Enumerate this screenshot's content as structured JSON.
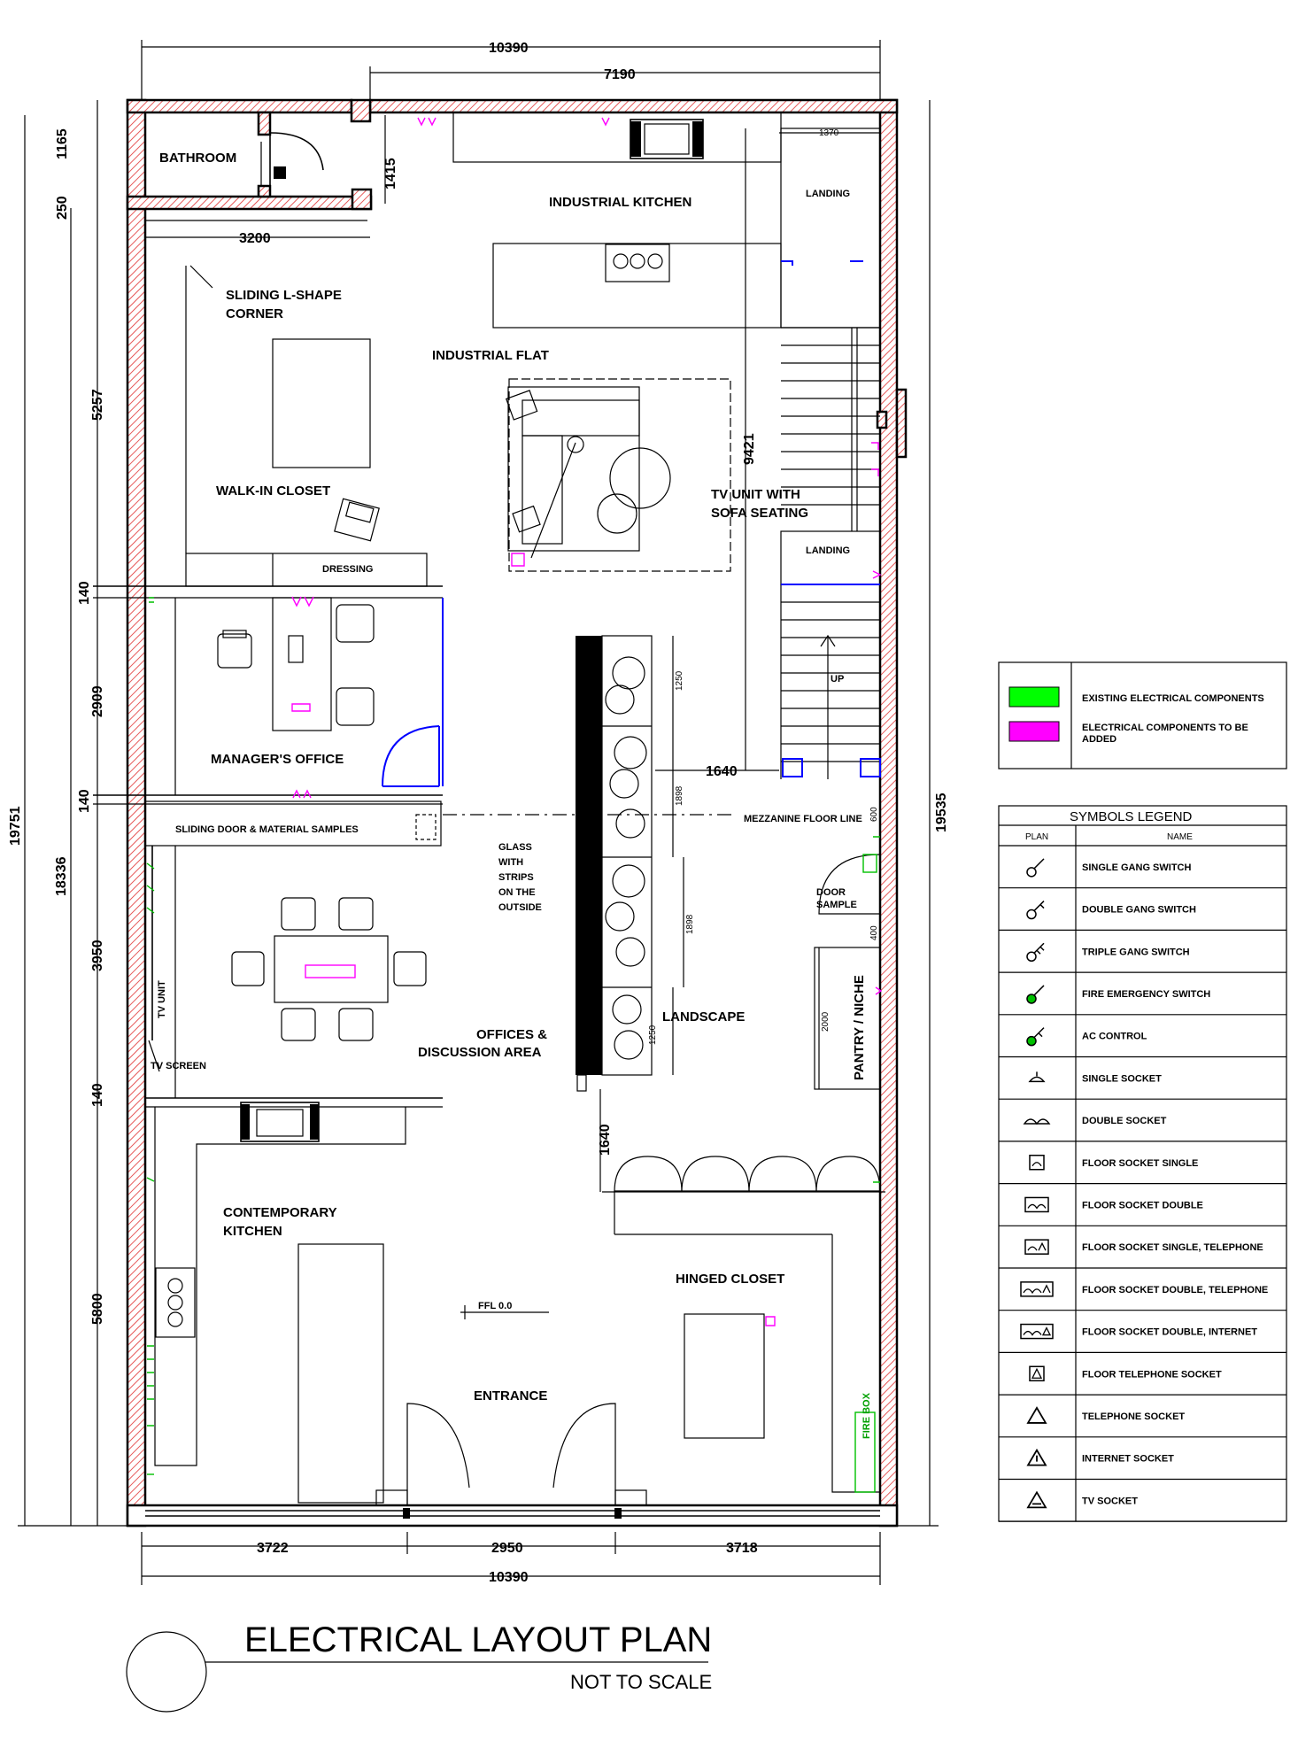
{
  "rooms": {
    "bathroom": "BATHROOM",
    "industrial_kitchen": "INDUSTRIAL KITCHEN",
    "landing_top": "LANDING",
    "landing_mid": "LANDING",
    "sliding_l_1": "SLIDING L-SHAPE",
    "sliding_l_2": "CORNER",
    "industrial_flat": "INDUSTRIAL FLAT",
    "walk_in_closet": "WALK-IN CLOSET",
    "tv_unit_sofa_1": "TV UNIT WITH",
    "tv_unit_sofa_2": "SOFA SEATING",
    "dressing": "DRESSING",
    "managers_office": "MANAGER'S OFFICE",
    "up": "UP",
    "mezzanine": "MEZZANINE FLOOR LINE",
    "sliding_door": "SLIDING DOOR & MATERIAL SAMPLES",
    "glass_1": "GLASS",
    "glass_2": "WITH",
    "glass_3": "STRIPS",
    "glass_4": "ON THE",
    "glass_5": "OUTSIDE",
    "door_sample_1": "DOOR",
    "door_sample_2": "SAMPLE",
    "tv_unit": "TV UNIT",
    "pantry": "PANTRY / NICHE",
    "landscape": "LANDSCAPE",
    "offices_1": "OFFICES &",
    "offices_2": "DISCUSSION AREA",
    "tv_screen": "TV SCREEN",
    "contemporary_1": "CONTEMPORARY",
    "contemporary_2": "KITCHEN",
    "hinged_closet": "HINGED CLOSET",
    "ffl": "FFL 0.0",
    "entrance": "ENTRANCE",
    "fire_box": "FIRE BOX"
  },
  "dimensions": {
    "top_overall": "10390",
    "top_inner": "7190",
    "d1370": "1370",
    "d1415": "1415",
    "d3200": "3200",
    "d9421": "9421",
    "d1250": "1250",
    "d1640_mid": "1640",
    "d1898a": "1898",
    "d1898b": "1898",
    "d1250b": "1250",
    "d2000": "2000",
    "d400": "400",
    "d600": "600",
    "d1640_low": "1640",
    "left_1165": "1165",
    "left_250": "250",
    "left_5257": "5257",
    "left_140a": "140",
    "left_2909": "2909",
    "left_140b": "140",
    "left_3950": "3950",
    "left_140c": "140",
    "left_5800": "5800",
    "left_19751": "19751",
    "left_18336": "18336",
    "right_19535": "19535",
    "bottom_3722": "3722",
    "bottom_2950": "2950",
    "bottom_3718": "3718",
    "bottom_overall": "10390"
  },
  "color_legend": [
    {
      "color": "#00ff00",
      "label_1": "EXISTING ELECTRICAL COMPONENTS",
      "label_2": ""
    },
    {
      "color": "#ff00ff",
      "label_1": "ELECTRICAL COMPONENTS TO BE",
      "label_2": "ADDED"
    }
  ],
  "symbols_legend": {
    "title": "SYMBOLS LEGEND",
    "col_plan": "PLAN",
    "col_name": "NAME",
    "items": [
      {
        "icon": "single-gang-switch-icon",
        "name": "SINGLE GANG SWITCH"
      },
      {
        "icon": "double-gang-switch-icon",
        "name": "DOUBLE GANG SWITCH"
      },
      {
        "icon": "triple-gang-switch-icon",
        "name": "TRIPLE GANG SWITCH"
      },
      {
        "icon": "fire-emergency-switch-icon",
        "name": "FIRE EMERGENCY SWITCH"
      },
      {
        "icon": "ac-control-icon",
        "name": "AC CONTROL"
      },
      {
        "icon": "single-socket-icon",
        "name": "SINGLE SOCKET"
      },
      {
        "icon": "double-socket-icon",
        "name": "DOUBLE SOCKET"
      },
      {
        "icon": "floor-socket-single-icon",
        "name": "FLOOR SOCKET SINGLE"
      },
      {
        "icon": "floor-socket-double-icon",
        "name": "FLOOR SOCKET DOUBLE"
      },
      {
        "icon": "floor-socket-single-telephone-icon",
        "name": "FLOOR SOCKET SINGLE, TELEPHONE"
      },
      {
        "icon": "floor-socket-double-telephone-icon",
        "name": "FLOOR SOCKET DOUBLE, TELEPHONE"
      },
      {
        "icon": "floor-socket-double-internet-icon",
        "name": "FLOOR SOCKET DOUBLE, INTERNET"
      },
      {
        "icon": "floor-telephone-socket-icon",
        "name": "FLOOR TELEPHONE SOCKET"
      },
      {
        "icon": "telephone-socket-icon",
        "name": "TELEPHONE SOCKET"
      },
      {
        "icon": "internet-socket-icon",
        "name": "INTERNET SOCKET"
      },
      {
        "icon": "tv-socket-icon",
        "name": "TV SOCKET"
      }
    ]
  },
  "title_block": {
    "title": "ELECTRICAL LAYOUT PLAN",
    "subtitle": "NOT TO SCALE"
  },
  "colors": {
    "existing": "#00ff00",
    "to_be_added": "#ff00ff",
    "door_blue": "#0000ff",
    "wall_hatch": "#e03030"
  }
}
